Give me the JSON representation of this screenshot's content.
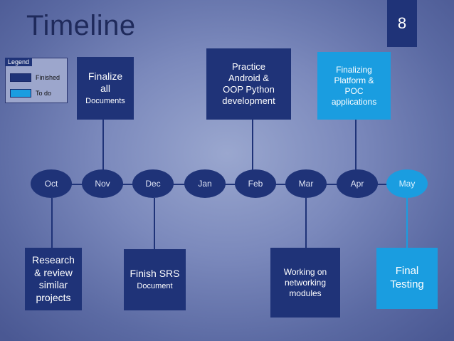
{
  "slide": {
    "title": "Timeline",
    "page_number": "8"
  },
  "legend": {
    "title": "Legend",
    "items": [
      {
        "label": "Finished",
        "color": "#1f3378"
      },
      {
        "label": "To do",
        "color": "#1a9de0"
      }
    ]
  },
  "months": [
    "Oct",
    "Nov",
    "Dec",
    "Jan",
    "Feb",
    "Mar",
    "Apr",
    "May"
  ],
  "tasks": [
    {
      "main": "Finalize\nall",
      "sub": "Documents",
      "status": "finished"
    },
    {
      "main": "Practice\nAndroid &\nOOP Python\ndevelopment",
      "sub": "",
      "status": "finished"
    },
    {
      "main": "Finalizing\nPlatform &\nPOC\napplications",
      "sub": "",
      "status": "todo"
    },
    {
      "main": "Research\n& review\nsimilar\nprojects",
      "sub": "",
      "status": "finished"
    },
    {
      "main": "Finish SRS",
      "sub": "Document",
      "status": "finished"
    },
    {
      "main": "Working on\nnetworking\nmodules",
      "sub": "",
      "status": "finished"
    },
    {
      "main": "Final\nTesting",
      "sub": "",
      "status": "todo"
    }
  ]
}
